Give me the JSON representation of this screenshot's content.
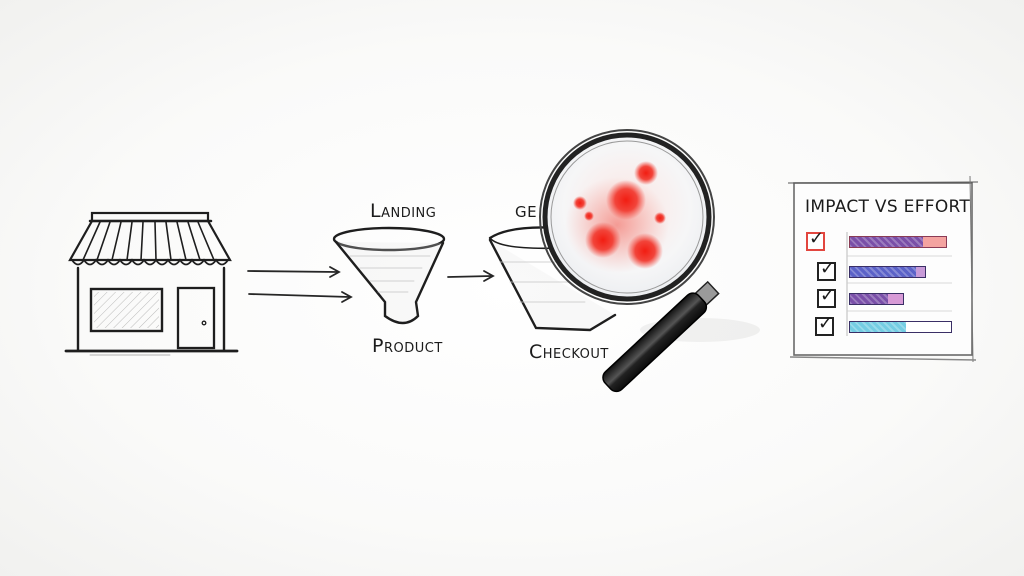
{
  "scene": {
    "description": "Hand-drawn sketch of an e-commerce conversion funnel analysis",
    "background_color": "#fbfbfa",
    "ink_color": "#1e1e1e",
    "accent_red": "#f03a2e"
  },
  "storefront": {
    "icon": "storefront-icon",
    "arrows": 2
  },
  "funnel": {
    "stages": [
      {
        "label": "Landing",
        "position": "top"
      },
      {
        "label": "Product",
        "position": "bottom"
      },
      {
        "label": "Checkout",
        "position": "bottom"
      }
    ],
    "partial_label": "GE"
  },
  "magnifier": {
    "icon": "magnifying-glass-icon",
    "hotspot_color": "#f03a2e",
    "hotspots": 7
  },
  "matrix_card": {
    "title": "IMPACT VS EFFORT",
    "rows": [
      {
        "checked": true,
        "highlight": true,
        "bar_fill_pct": 72,
        "bar_extra_pct": 23,
        "bar_color": "#7a4fa8",
        "extra_color": "#f4a3a0"
      },
      {
        "checked": true,
        "highlight": false,
        "bar_fill_pct": 65,
        "bar_extra_pct": 9,
        "bar_color": "#5b62c8",
        "extra_color": "#c89bd8"
      },
      {
        "checked": true,
        "highlight": false,
        "bar_fill_pct": 38,
        "bar_extra_pct": 15,
        "bar_color": "#7a4fa8",
        "extra_color": "#d79ad6"
      },
      {
        "checked": true,
        "highlight": false,
        "bar_fill_pct": 55,
        "bar_extra_pct": 45,
        "bar_color": "#74cde3",
        "extra_color": "#ffffff"
      }
    ]
  }
}
